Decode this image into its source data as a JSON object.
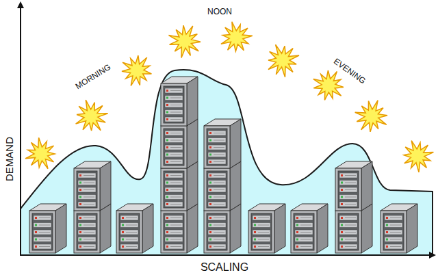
{
  "diagram": {
    "labels": [
      "NOON",
      "MORNING",
      "EVENING",
      "DEMAND",
      "SCALING"
    ]
  }
}
